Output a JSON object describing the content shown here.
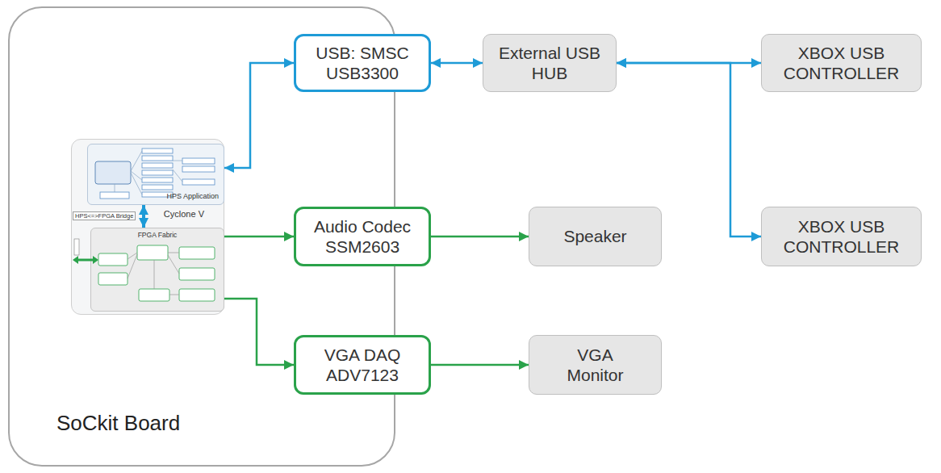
{
  "diagram": {
    "nodes": [
      {
        "text": [
          "SoCkit Board"
        ]
      },
      {
        "text": [
          "Cyclone V"
        ],
        "in": 0
      },
      {
        "text": [
          "HPS Application"
        ],
        "in": 1
      },
      {
        "text": [
          "FPGA Fabric"
        ],
        "in": 1
      },
      {
        "text": [
          "USB: SMSC USB3300"
        ],
        "in": 0
      },
      {
        "text": [
          "Audio Codec SSM2603"
        ],
        "in": 0
      },
      {
        "text": [
          "VGA DAQ ADV7123"
        ],
        "in": 0
      },
      {
        "text": [
          "External USB HUB"
        ]
      },
      {
        "text": [
          "Speaker"
        ]
      },
      {
        "text": [
          "VGA Monitor"
        ]
      },
      {
        "text": [
          "XBOX USB CONTROLLER"
        ]
      },
      {
        "text": [
          "XBOX USB CONTROLLER"
        ]
      }
    ],
    "edges": [
      {
        "from": 2,
        "to": 3,
        "arrow": "both"
      },
      {
        "from": 2,
        "to": 4,
        "arrow": "both"
      },
      {
        "from": 4,
        "to": 7,
        "arrow": "both"
      },
      {
        "from": 7,
        "to": 10,
        "arrow": "both"
      },
      {
        "from": 7,
        "to": 11,
        "arrow": "both"
      },
      {
        "from": 3,
        "to": 5,
        "arrow": "to"
      },
      {
        "from": 5,
        "to": 8,
        "arrow": "to"
      },
      {
        "from": 3,
        "to": 6,
        "arrow": "to"
      },
      {
        "from": 6,
        "to": 9,
        "arrow": "to"
      }
    ],
    "labels": [
      "HPS<=>FPGA Bridge"
    ]
  }
}
